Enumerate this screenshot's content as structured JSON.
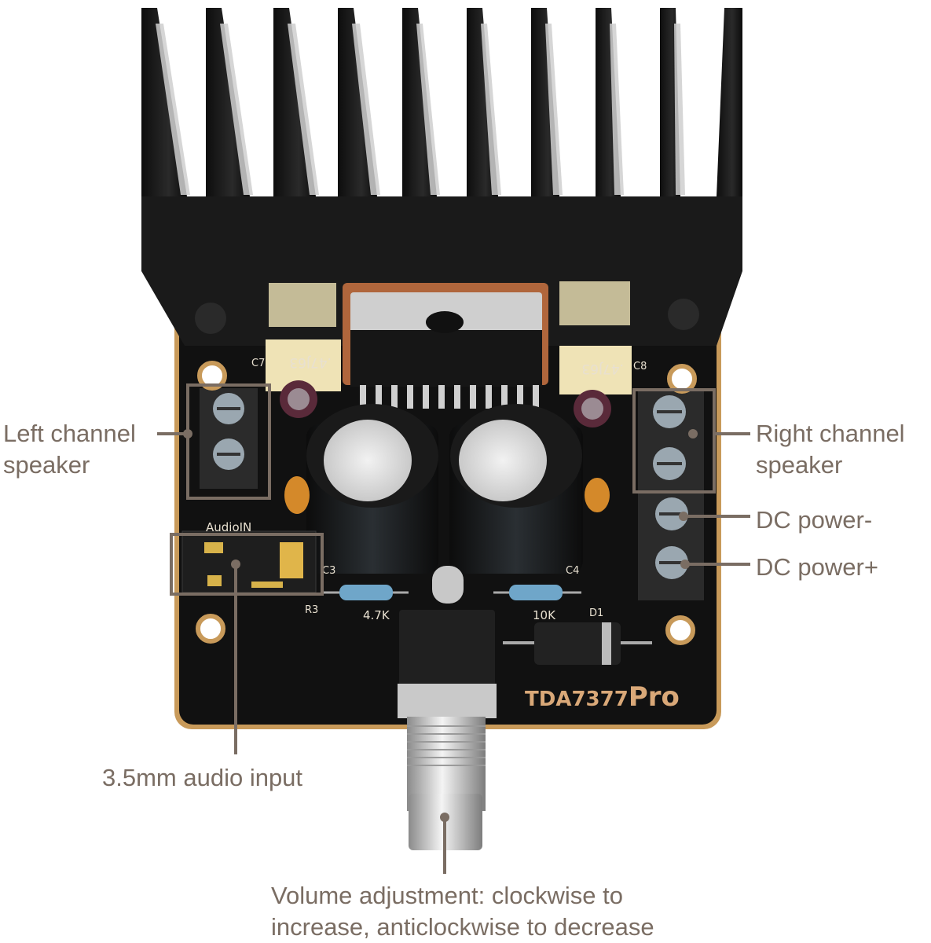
{
  "board": {
    "model": "TDA7377",
    "model_suffix": "Pro",
    "silkscreen": {
      "audio_in": "AudioIN",
      "c7": "C7",
      "c8": "C8",
      "c3": "C3",
      "c4": "C4",
      "r3": "R3",
      "d1": "D1",
      "res_left": "4.7K",
      "res_right": "10K",
      "cap_film": ".47J63"
    }
  },
  "callouts": {
    "left_speaker_line1": "Left channel",
    "left_speaker_line2": "speaker",
    "right_speaker_line1": "Right channel",
    "right_speaker_line2": "speaker",
    "dc_minus": "DC power-",
    "dc_plus": "DC power+",
    "audio_input": "3.5mm audio input",
    "volume_line1": "Volume adjustment: clockwise to",
    "volume_line2": "increase, anticlockwise to decrease"
  },
  "colors": {
    "callout_line": "#7a6d63",
    "pcb": "#111111",
    "pcb_edge": "#c89a5a",
    "heatsink": "#1a1a1a",
    "terminal": "#2b2b2b",
    "cap_film": "#efe3b6",
    "resistor": "#6fa6c9"
  }
}
